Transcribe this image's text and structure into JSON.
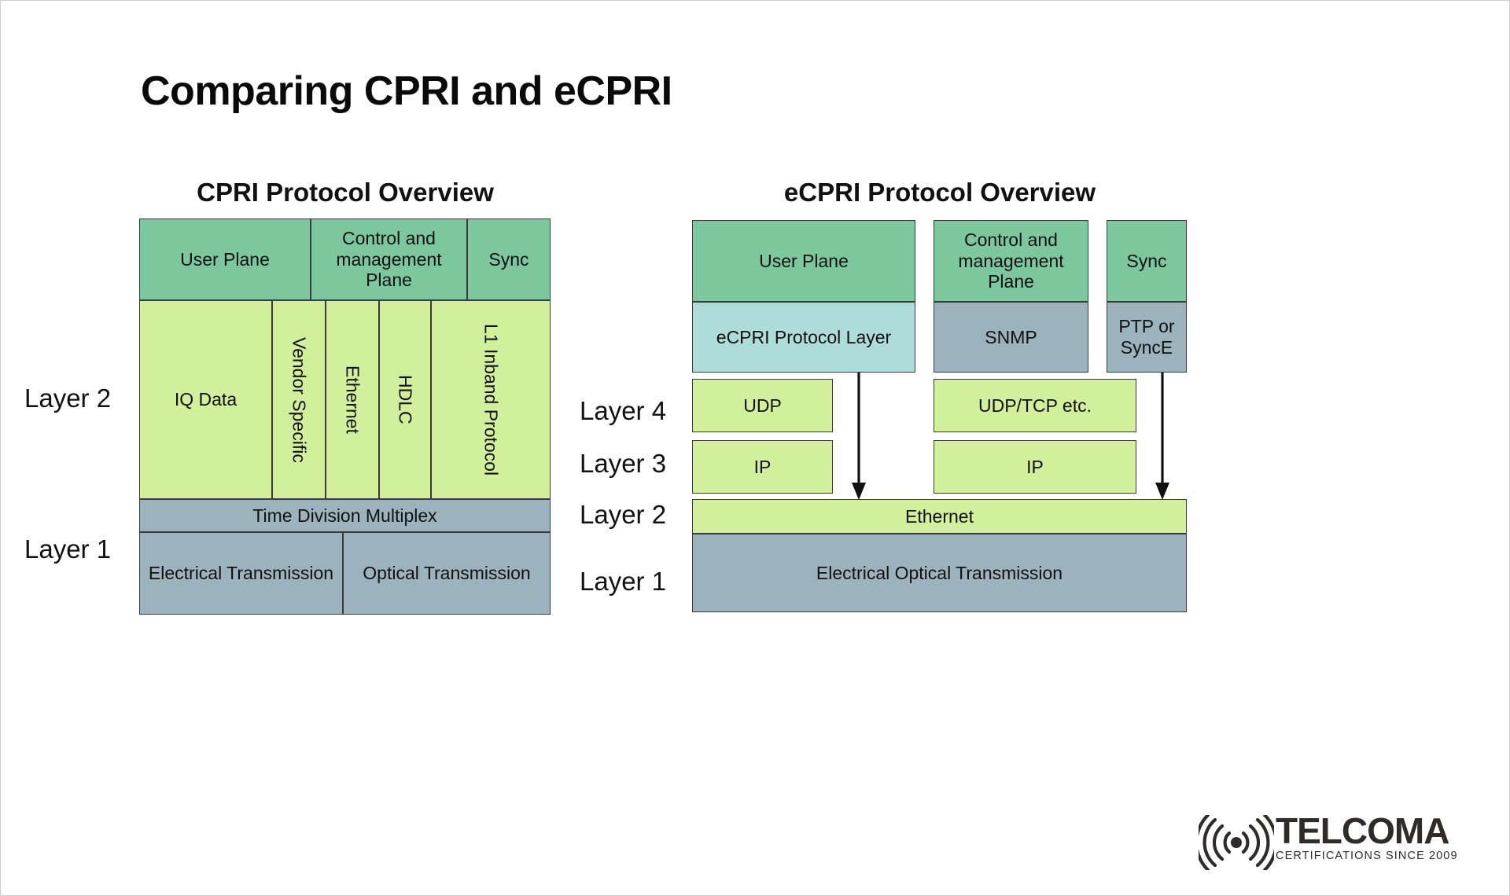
{
  "title": "Comparing CPRI and eCPRI",
  "panels": {
    "cpri": {
      "heading": "CPRI Protocol Overview",
      "layer_labels": [
        {
          "text": "Layer 2"
        },
        {
          "text": "Layer 1"
        }
      ],
      "top_row": [
        {
          "label": "User Plane"
        },
        {
          "label": "Control and management Plane"
        },
        {
          "label": "Sync"
        }
      ],
      "mid_row": [
        {
          "label": "IQ Data",
          "orientation": "horizontal"
        },
        {
          "label": "Vendor Specific",
          "orientation": "vertical"
        },
        {
          "label": "Ethernet",
          "orientation": "vertical"
        },
        {
          "label": "HDLC",
          "orientation": "vertical"
        },
        {
          "label": "L1 Inband Protocol",
          "orientation": "vertical"
        }
      ],
      "tdm_row": {
        "label": "Time Division Multiplex"
      },
      "l1_row": [
        {
          "label": "Electrical Transmission"
        },
        {
          "label": "Optical Transmission"
        }
      ]
    },
    "ecpri": {
      "heading": "eCPRI Protocol Overview",
      "layer_labels": [
        {
          "text": "Layer 4"
        },
        {
          "text": "Layer 3"
        },
        {
          "text": "Layer 2"
        },
        {
          "text": "Layer 1"
        }
      ],
      "top_row": [
        {
          "label": "User Plane"
        },
        {
          "label": "Control and management Plane"
        },
        {
          "label": "Sync"
        }
      ],
      "protocol_row": [
        {
          "label": "eCPRI Protocol Layer"
        },
        {
          "label": "SNMP"
        },
        {
          "label": "PTP or SyncE"
        }
      ],
      "layer4_row": [
        {
          "label": "UDP"
        },
        {
          "label": "UDP/TCP etc."
        }
      ],
      "layer3_row": [
        {
          "label": "IP"
        },
        {
          "label": "IP"
        }
      ],
      "layer2_row": {
        "label": "Ethernet"
      },
      "layer1_row": {
        "label": "Electrical Optical Transmission"
      }
    }
  },
  "logo": {
    "name": "TELCOMA",
    "tagline": "CERTIFICATIONS SINCE 2009"
  },
  "colors": {
    "green": "#7cc79d",
    "lime": "#d2ef9b",
    "slate": "#9cb3bd",
    "cyan": "#aedcdb",
    "stroke": "#3b3b3b",
    "text": "#111111",
    "logo": "#2f2b2b"
  }
}
